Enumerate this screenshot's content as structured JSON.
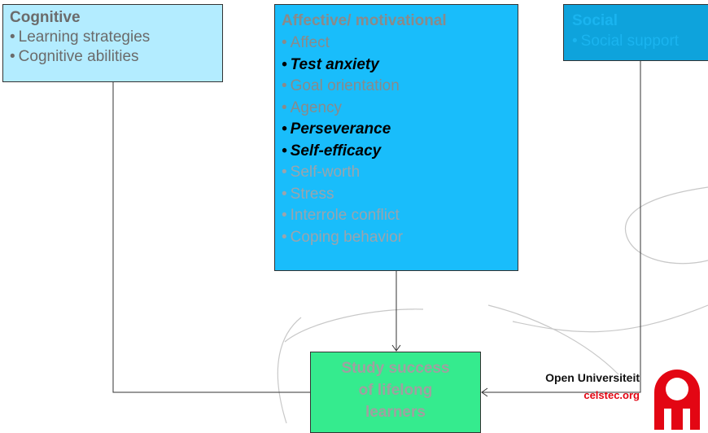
{
  "cognitive": {
    "title": "Cognitive",
    "items": [
      "Learning strategies",
      "Cognitive abilities"
    ]
  },
  "affective": {
    "title": "Affective/ motivational",
    "items": [
      {
        "label": "Affect",
        "highlight": false
      },
      {
        "label": "Test anxiety",
        "highlight": true
      },
      {
        "label": "Goal orientation",
        "highlight": false
      },
      {
        "label": "Agency",
        "highlight": false
      },
      {
        "label": "Perseverance",
        "highlight": true
      },
      {
        "label": "Self-efficacy",
        "highlight": true
      },
      {
        "label": "Self-worth",
        "highlight": false
      },
      {
        "label": "Stress",
        "highlight": false
      },
      {
        "label": "Interrole conflict",
        "highlight": false
      },
      {
        "label": "Coping behavior",
        "highlight": false
      }
    ]
  },
  "social": {
    "title": "Social",
    "items": [
      "Social support"
    ]
  },
  "outcome": {
    "lines": [
      "Study success",
      "of lifelong",
      "learners"
    ]
  },
  "logo": {
    "name": "Open Universiteit",
    "sub": "celstec.org"
  },
  "bullet": "•",
  "colors": {
    "cognitive_fill": "#b3ecff",
    "affective_fill": "#19bdfb",
    "social_fill": "#0ea3dc",
    "outcome_fill": "#35eb8e",
    "logo_red": "#e30613"
  }
}
